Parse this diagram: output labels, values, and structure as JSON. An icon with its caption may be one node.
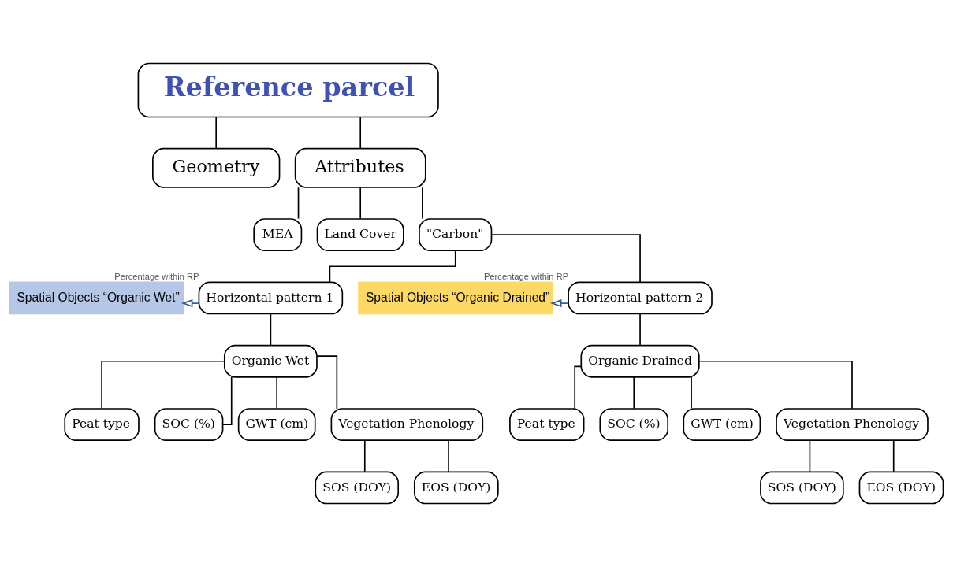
{
  "diagram": {
    "nodes": [
      {
        "text": [
          "Reference parcel"
        ]
      },
      {
        "text": [
          "Geometry"
        ]
      },
      {
        "text": [
          "Attributes"
        ]
      },
      {
        "text": [
          "MEA"
        ]
      },
      {
        "text": [
          "Land Cover"
        ]
      },
      {
        "text": [
          "\"Carbon\""
        ]
      },
      {
        "text": [
          "Spatial Objects “Organic Wet”"
        ]
      },
      {
        "text": [
          "Horizontal pattern 1"
        ],
        "beside": [
          "Percentage within RP"
        ]
      },
      {
        "text": [
          "Spatial Objects “Organic Drained”"
        ]
      },
      {
        "text": [
          "Horizontal pattern 2"
        ],
        "beside": [
          "Percentage within RP"
        ]
      },
      {
        "text": [
          "Organic Wet"
        ]
      },
      {
        "text": [
          "Organic Drained"
        ]
      },
      {
        "text": [
          "Peat type"
        ]
      },
      {
        "text": [
          "SOC (%)"
        ]
      },
      {
        "text": [
          "GWT (cm)"
        ]
      },
      {
        "text": [
          "Vegetation Phenology"
        ]
      },
      {
        "text": [
          "SOS (DOY)"
        ]
      },
      {
        "text": [
          "EOS (DOY)"
        ]
      },
      {
        "text": [
          "Peat type"
        ]
      },
      {
        "text": [
          "SOC (%)"
        ]
      },
      {
        "text": [
          "GWT (cm)"
        ]
      },
      {
        "text": [
          "Vegetation Phenology"
        ]
      },
      {
        "text": [
          "SOS (DOY)"
        ]
      },
      {
        "text": [
          "EOS (DOY)"
        ]
      }
    ],
    "edges": [
      {
        "from": 0,
        "to": 1,
        "arrow": "none"
      },
      {
        "from": 0,
        "to": 2,
        "arrow": "none"
      },
      {
        "from": 2,
        "to": 3,
        "arrow": "none"
      },
      {
        "from": 2,
        "to": 4,
        "arrow": "none"
      },
      {
        "from": 2,
        "to": 5,
        "arrow": "none"
      },
      {
        "from": 5,
        "to": 7,
        "arrow": "none"
      },
      {
        "from": 5,
        "to": 9,
        "arrow": "none"
      },
      {
        "from": 7,
        "to": 6,
        "arrow": "to",
        "color": "#2f5597"
      },
      {
        "from": 9,
        "to": 8,
        "arrow": "to",
        "color": "#2f5597"
      },
      {
        "from": 7,
        "to": 10,
        "arrow": "none"
      },
      {
        "from": 9,
        "to": 11,
        "arrow": "none"
      },
      {
        "from": 10,
        "to": 12,
        "arrow": "none"
      },
      {
        "from": 10,
        "to": 13,
        "arrow": "none"
      },
      {
        "from": 10,
        "to": 14,
        "arrow": "none"
      },
      {
        "from": 10,
        "to": 15,
        "arrow": "none"
      },
      {
        "from": 15,
        "to": 16,
        "arrow": "none"
      },
      {
        "from": 15,
        "to": 17,
        "arrow": "none"
      },
      {
        "from": 11,
        "to": 18,
        "arrow": "none"
      },
      {
        "from": 11,
        "to": 19,
        "arrow": "none"
      },
      {
        "from": 11,
        "to": 20,
        "arrow": "none"
      },
      {
        "from": 11,
        "to": 21,
        "arrow": "none"
      },
      {
        "from": 21,
        "to": 22,
        "arrow": "none"
      },
      {
        "from": 21,
        "to": 23,
        "arrow": "none"
      }
    ]
  }
}
